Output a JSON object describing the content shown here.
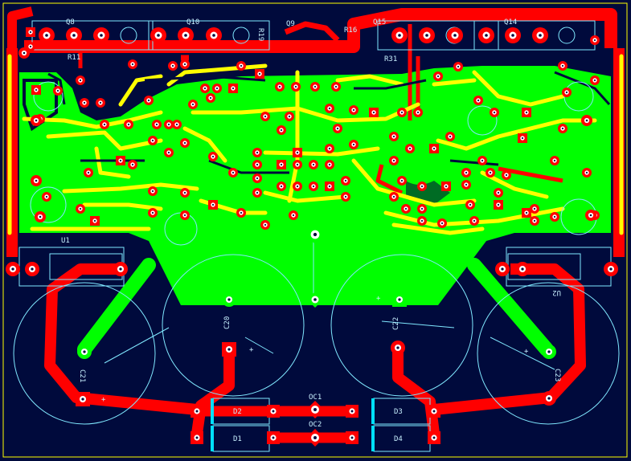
{
  "board": {
    "colors": {
      "background": "#000a3c",
      "copper_top": "#ff0000",
      "copper_bottom": "#00ff00",
      "trace_yellow": "#ffff00",
      "silkscreen": "#80e8ff",
      "pad": "#ffffff",
      "outline": "#ffff00"
    }
  },
  "labels": {
    "q8": "Q8",
    "q10": "Q10",
    "q9": "Q9",
    "r16": "R16",
    "q15": "Q15",
    "q14": "Q14",
    "r11": "R11",
    "r31": "R31",
    "r19": "R19",
    "u1": "U1",
    "u2": "U2",
    "c20": "C20",
    "c21": "C21",
    "c22": "C22",
    "c23": "C23",
    "d2": "D2",
    "d1": "D1",
    "d3": "D3",
    "d4": "D4",
    "oc1": "OC1",
    "oc2": "OC2",
    "plus": "+"
  }
}
